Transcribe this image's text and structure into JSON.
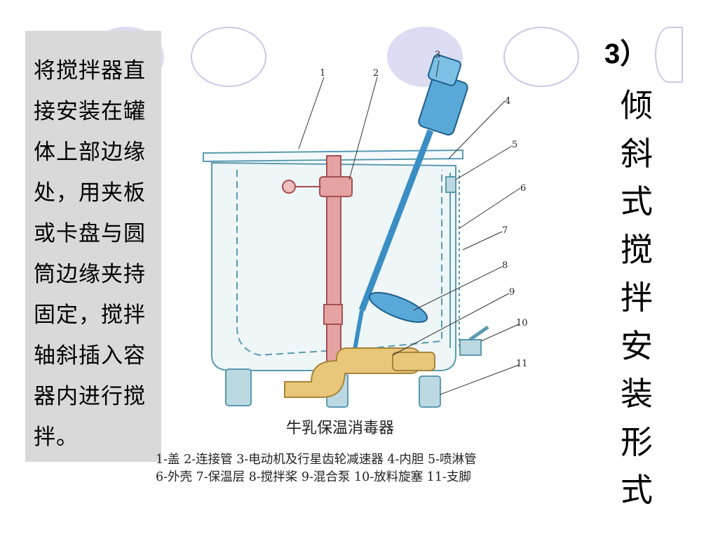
{
  "slide": {
    "description_text": "将搅拌器直接安装在罐体上部边缘处，用夹板或卡盘与圆筒边缘夹持固定，搅拌轴斜插入容器内进行搅拌。",
    "number": "3）",
    "title_vertical": "倾斜式搅拌安装形式"
  },
  "figure": {
    "caption": "牛乳保温消毒器",
    "legend_line1": "1-盖 2-连接管 3-电动机及行星齿轮减速器 4-内胆 5-喷淋管",
    "legend_line2": "6-外壳 7-保温层 8-搅拌桨 9-混合泵 10-放料旋塞 11-支脚",
    "part_numbers": [
      "1",
      "2",
      "3",
      "4",
      "5",
      "6",
      "7",
      "8",
      "9",
      "10",
      "11"
    ]
  },
  "colors": {
    "panel": "#d9d9d9",
    "pipe_red": "#d98a8a",
    "shaft_blue": "#3a8ec4",
    "pump_gold": "#e2c06a",
    "tank_teal": "#5a9ab0"
  }
}
